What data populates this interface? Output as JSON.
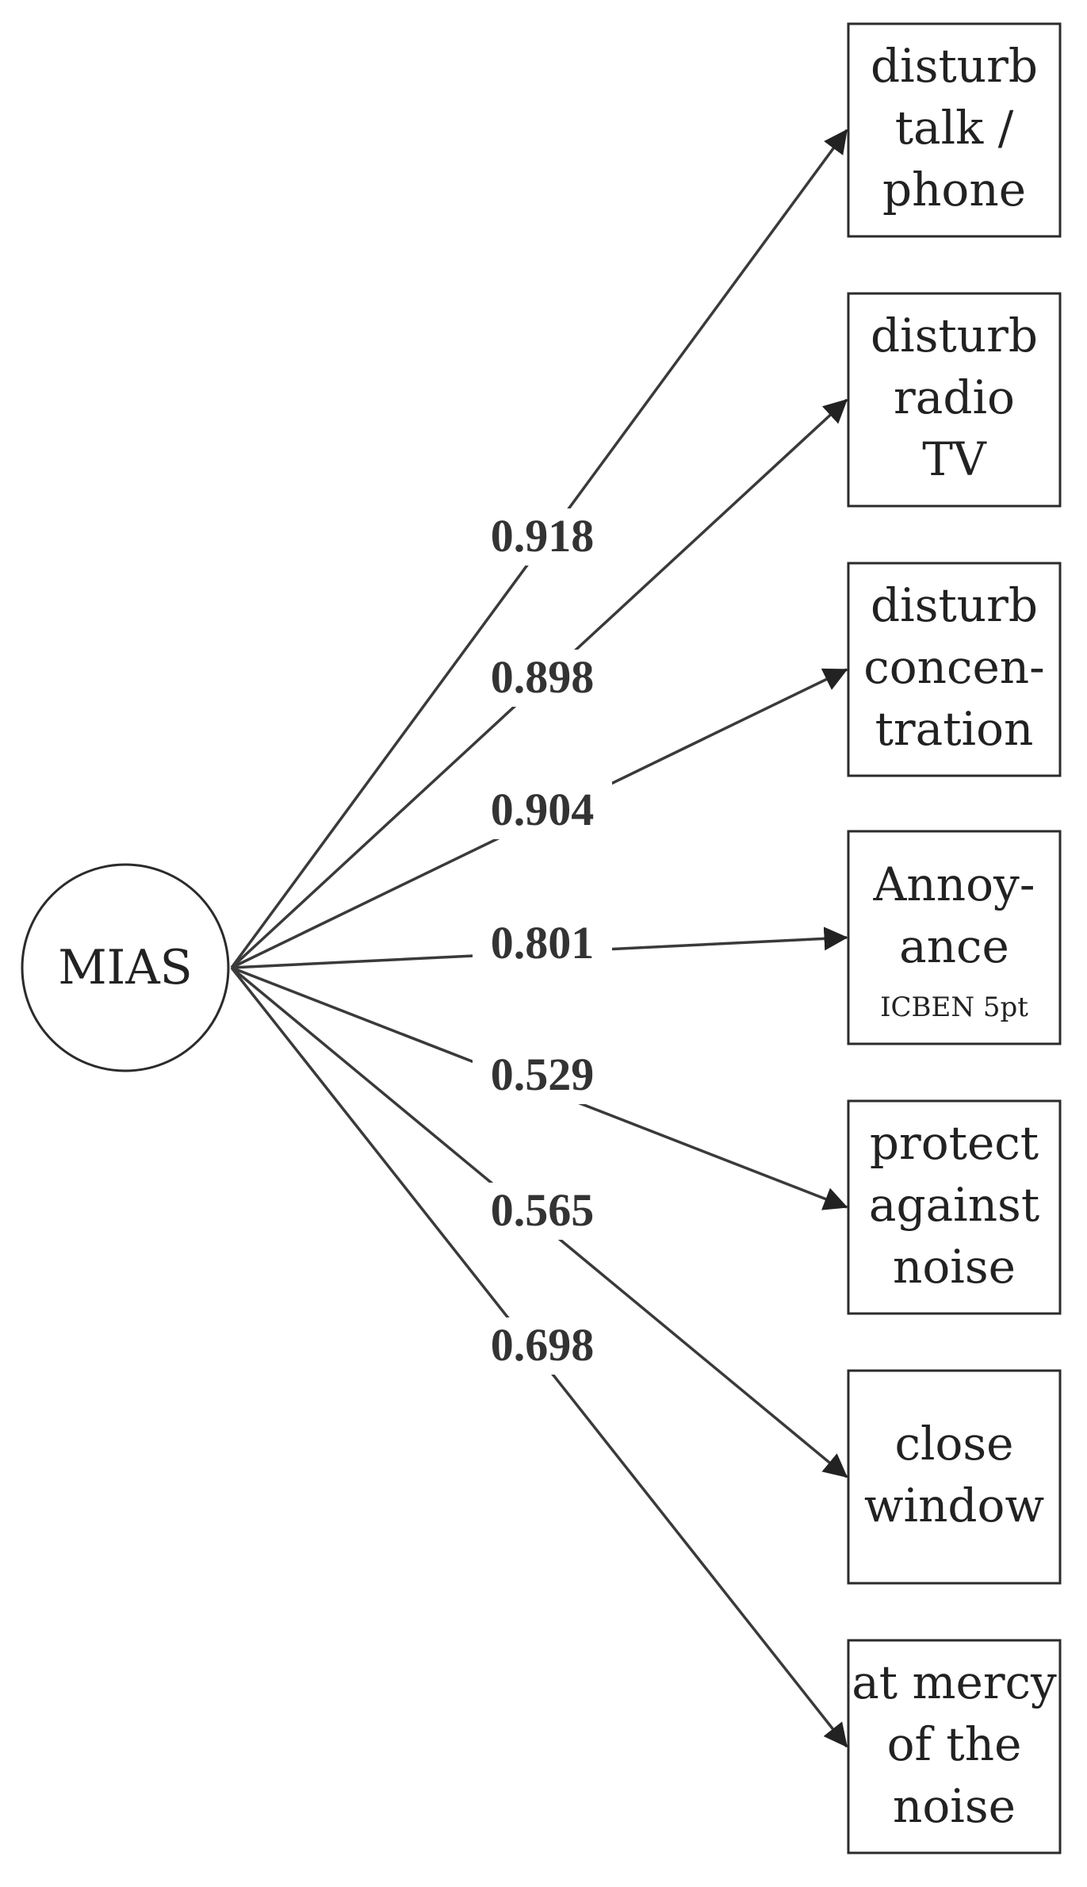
{
  "root": {
    "label": "MIAS"
  },
  "indicators": [
    {
      "id": "disturb-talk-phone",
      "lines": [
        "disturb",
        "talk /",
        "phone"
      ],
      "sub": "",
      "loading": "0.918"
    },
    {
      "id": "disturb-radio-tv",
      "lines": [
        "disturb",
        "radio",
        "TV"
      ],
      "sub": "",
      "loading": "0.898"
    },
    {
      "id": "disturb-concentration",
      "lines": [
        "disturb",
        "concen-",
        "tration"
      ],
      "sub": "",
      "loading": "0.904"
    },
    {
      "id": "annoyance",
      "lines": [
        "Annoy-",
        "ance"
      ],
      "sub": "ICBEN 5pt",
      "loading": "0.801"
    },
    {
      "id": "protect-against-noise",
      "lines": [
        "protect",
        "against",
        "noise"
      ],
      "sub": "",
      "loading": "0.529"
    },
    {
      "id": "close-window",
      "lines": [
        "close",
        "window"
      ],
      "sub": "",
      "loading": "0.565"
    },
    {
      "id": "at-mercy-of-the-noise",
      "lines": [
        "at mercy",
        "of the",
        "noise"
      ],
      "sub": "",
      "loading": "0.698"
    }
  ]
}
